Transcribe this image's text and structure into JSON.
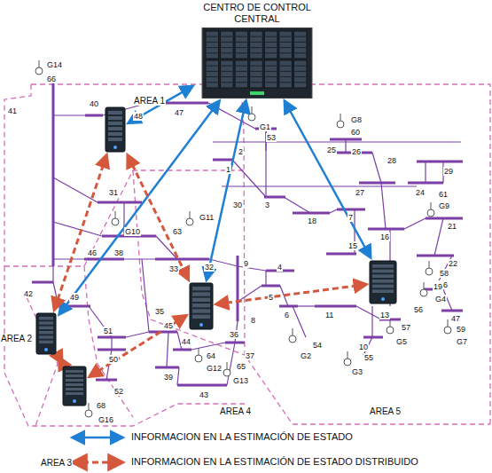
{
  "diagram": {
    "nodes": [
      {
        "text": [
          "CENTRO DE CONTROL CENTRAL"
        ]
      },
      {
        "text": [
          "AREA 1"
        ]
      },
      {
        "text": [
          "AREA 2"
        ]
      },
      {
        "text": [
          "AREA 3"
        ]
      },
      {
        "text": [
          "AREA 4"
        ]
      },
      {
        "text": [
          "AREA 5"
        ]
      }
    ],
    "edges": [
      {
        "from": 0,
        "to": 1,
        "arrow": "both"
      },
      {
        "from": 0,
        "to": 2,
        "arrow": "both"
      },
      {
        "from": 0,
        "to": 4,
        "arrow": "both"
      },
      {
        "from": 0,
        "to": 5,
        "arrow": "both"
      },
      {
        "from": 1,
        "to": 2,
        "arrow": "both"
      },
      {
        "from": 1,
        "to": 4,
        "arrow": "both"
      },
      {
        "from": 2,
        "to": 3,
        "arrow": "both"
      },
      {
        "from": 3,
        "to": 4,
        "arrow": "both"
      },
      {
        "from": 4,
        "to": 5,
        "arrow": "both"
      }
    ],
    "labels": [
      "G14",
      "66",
      "41",
      "40",
      "48",
      "47",
      "G1",
      "53",
      "G8",
      "60",
      "2",
      "25",
      "26",
      "29",
      "28",
      "61",
      "G9",
      "27",
      "24",
      "31",
      "1",
      "30",
      "3",
      "18",
      "7",
      "21",
      "16",
      "22",
      "58",
      "G6",
      "G10",
      "63",
      "G11",
      "15",
      "19",
      "G4",
      "56",
      "13",
      "57",
      "G5",
      "47",
      "59",
      "G7",
      "42",
      "49",
      "46",
      "38",
      "33",
      "32",
      "9",
      "4",
      "35",
      "5",
      "6",
      "11",
      "8",
      "51",
      "45",
      "44",
      "50",
      "36",
      "37",
      "10",
      "54",
      "G2",
      "55",
      "G3",
      "64",
      "G12",
      "65",
      "G13",
      "39",
      "43",
      "52",
      "68",
      "G16"
    ],
    "legend": [
      {
        "text": "INFORMACION EN LA ESTIMACIÓN DE ESTADO"
      },
      {
        "text": "INFORMACION EN LA ESTIMACIÓN DE ESTADO DISTRIBUIDO"
      }
    ]
  }
}
